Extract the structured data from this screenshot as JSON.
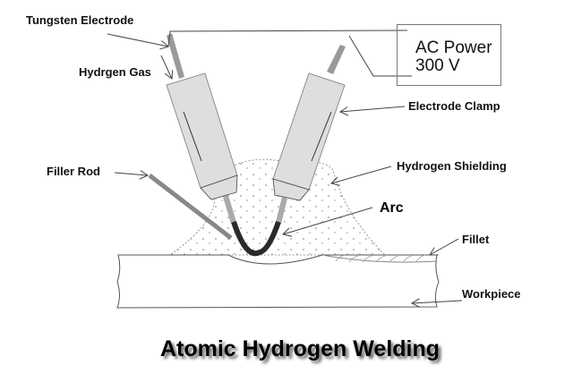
{
  "title": "Atomic Hydrogen Welding",
  "labels": {
    "tungsten_electrode": "Tungsten Electrode",
    "hydrogen_gas": "Hydrgen Gas",
    "filler_rod": "Filler Rod",
    "electrode_clamp": "Electrode Clamp",
    "hydrogen_shielding": "Hydrogen Shielding",
    "arc": "Arc",
    "fillet": "Fillet",
    "workpiece": "Workpiece"
  },
  "power_supply": {
    "line1": "AC Power",
    "line2": "300 V"
  },
  "colors": {
    "clamp_fill": "#dededc",
    "electrode_fill": "#9a9a98",
    "arc_color": "#2a2a2a",
    "line_color": "#444444"
  }
}
